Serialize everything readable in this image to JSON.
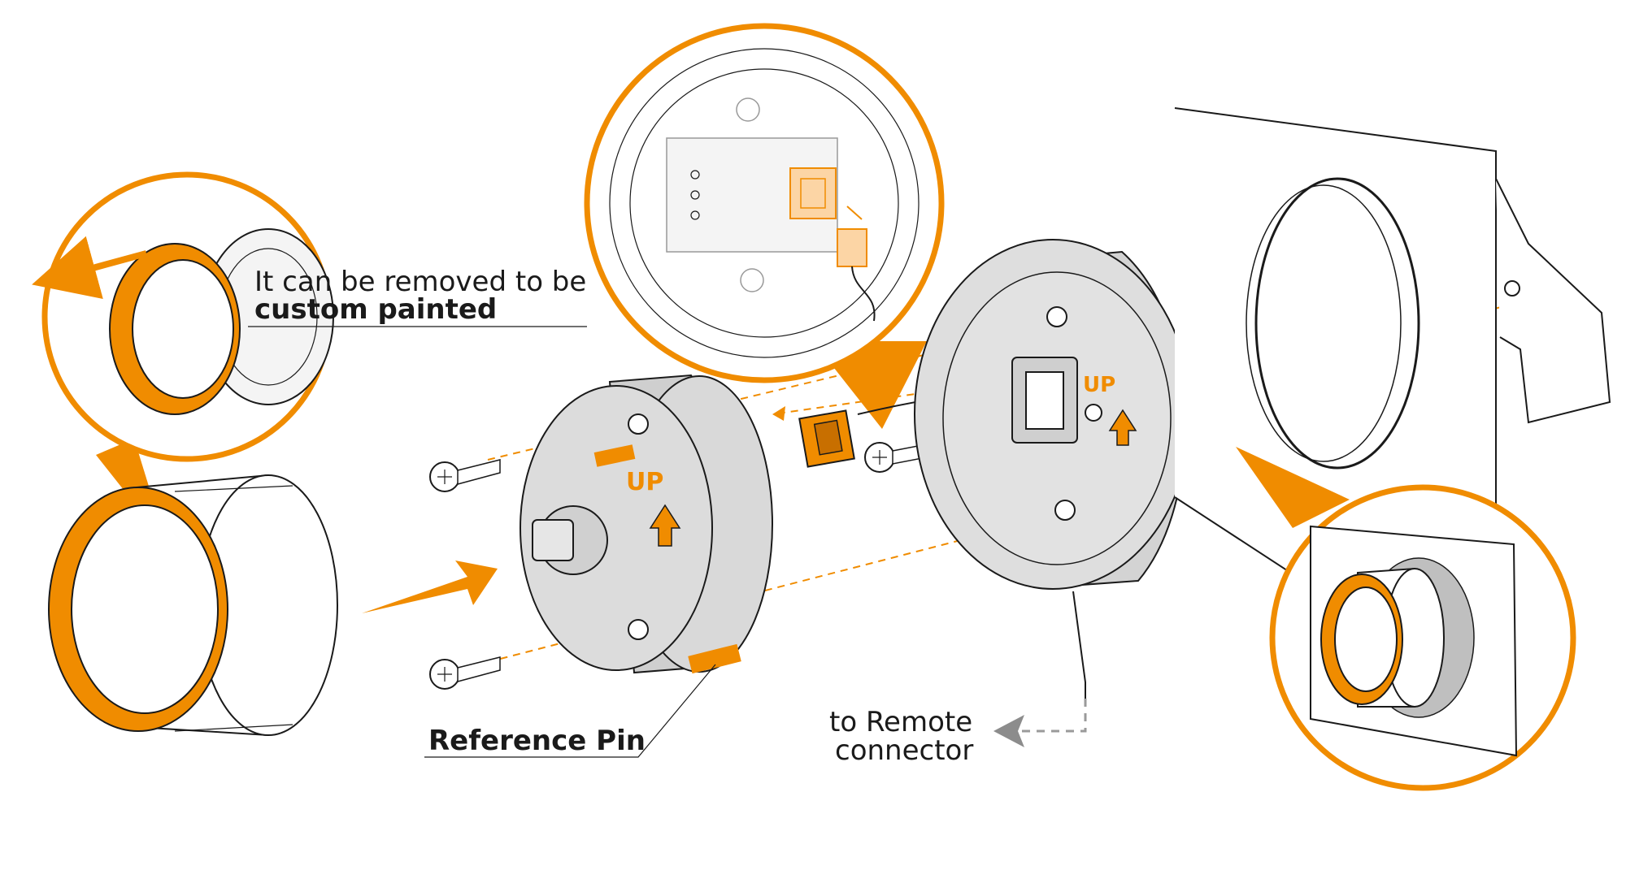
{
  "labels": {
    "removable_line1": "It can be removed to be",
    "removable_line2": "custom painted",
    "reference_pin": "Reference Pin",
    "remote_line1": "to Remote",
    "remote_line2": "connector",
    "up_marker": "UP"
  },
  "colors": {
    "accent": "#f08c00",
    "accent_light": "#fcd5a5",
    "outline": "#1a1a1a",
    "body_grey": "#dcdcdc",
    "grey_mid": "#bdbdbd",
    "arrow_grey": "#8c8c8c"
  }
}
